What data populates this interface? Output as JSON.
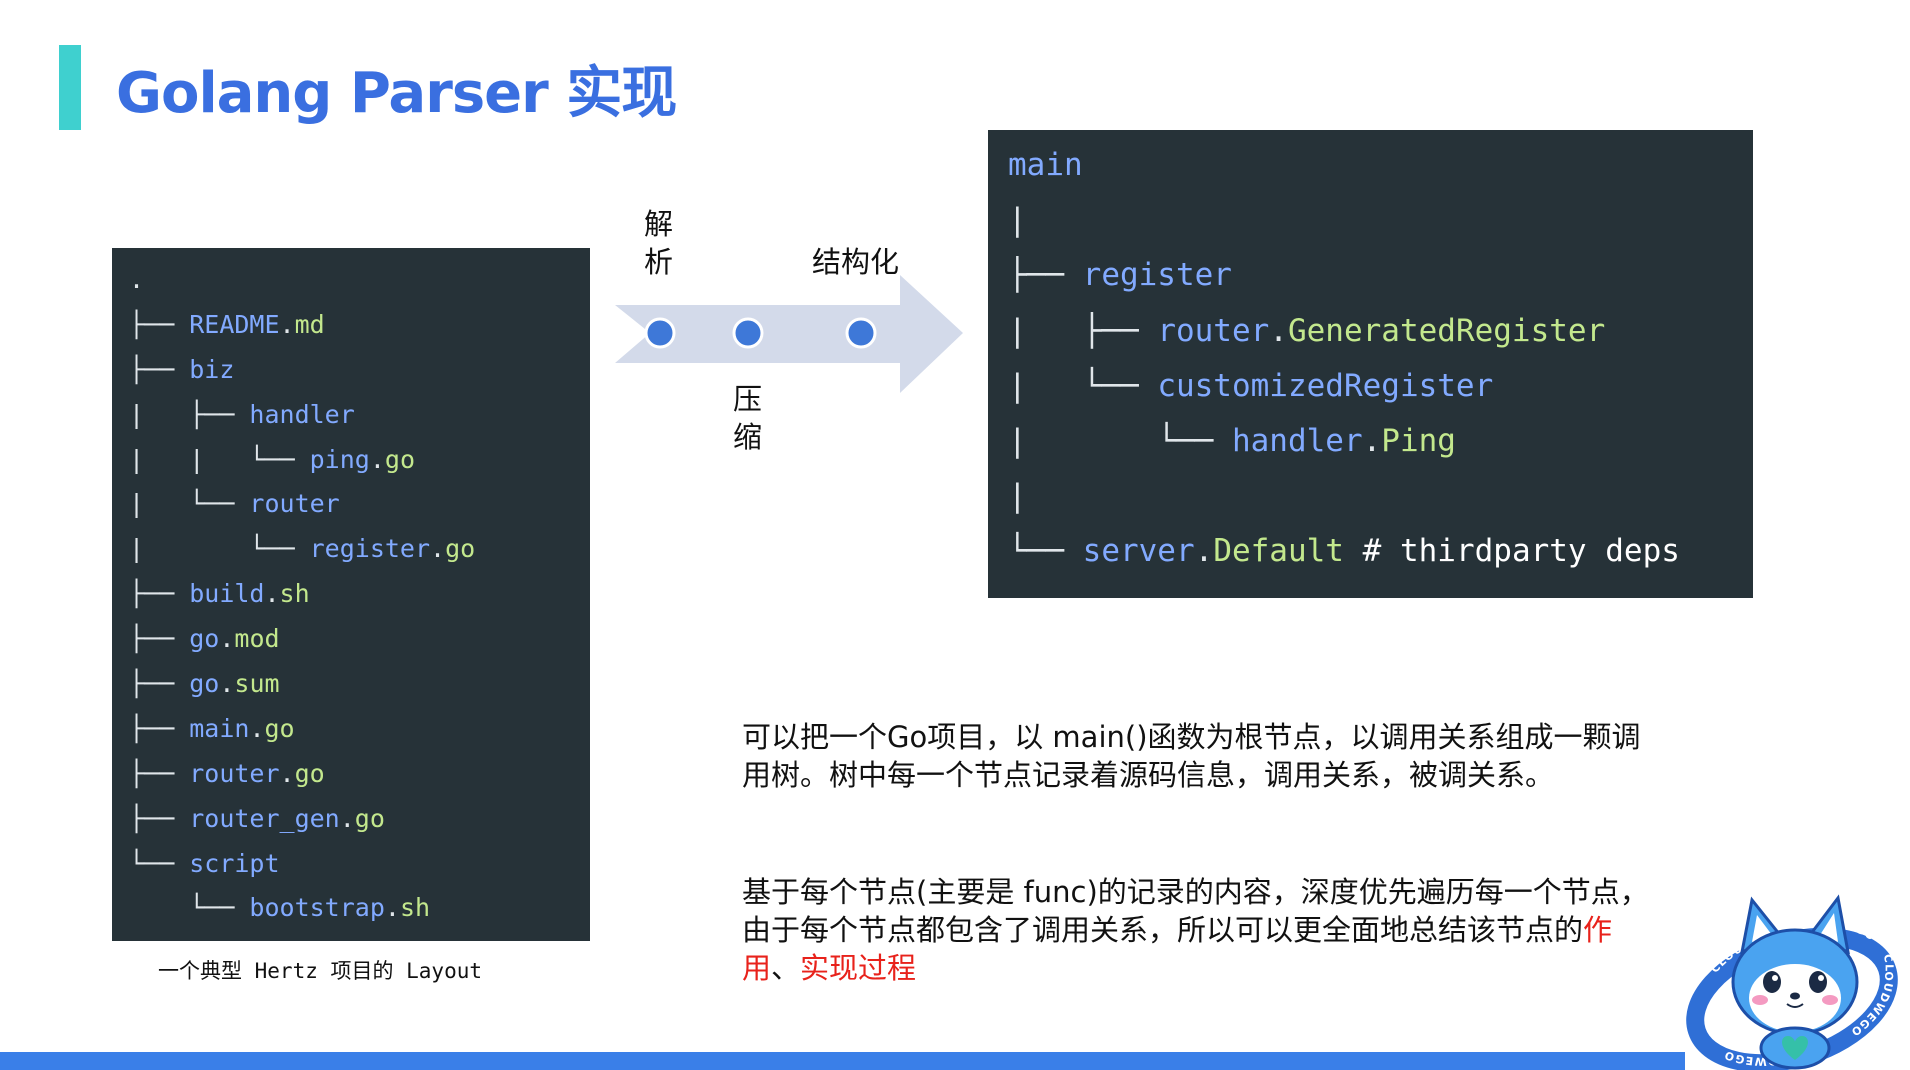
{
  "slide": {
    "title": "Golang Parser 实现",
    "accent_color": "#3fd0cf",
    "title_color": "#3a6fe0"
  },
  "tree_panel": {
    "lines": [
      {
        "prefix": ".",
        "name": "",
        "ext": ""
      },
      {
        "prefix": "├── ",
        "name": "README",
        "ext": "md"
      },
      {
        "prefix": "├── ",
        "name": "biz",
        "ext": ""
      },
      {
        "prefix": "|   ├── ",
        "name": "handler",
        "ext": ""
      },
      {
        "prefix": "|   |   └── ",
        "name": "ping",
        "ext": "go"
      },
      {
        "prefix": "|   └── ",
        "name": "router",
        "ext": ""
      },
      {
        "prefix": "|       └── ",
        "name": "register",
        "ext": "go"
      },
      {
        "prefix": "├── ",
        "name": "build",
        "ext": "sh"
      },
      {
        "prefix": "├── ",
        "name": "go",
        "ext": "mod"
      },
      {
        "prefix": "├── ",
        "name": "go",
        "ext": "sum"
      },
      {
        "prefix": "├── ",
        "name": "main",
        "ext": "go"
      },
      {
        "prefix": "├── ",
        "name": "router",
        "ext": "go"
      },
      {
        "prefix": "├── ",
        "name": "router_gen",
        "ext": "go"
      },
      {
        "prefix": "└── ",
        "name": "script",
        "ext": ""
      },
      {
        "prefix": "    └── ",
        "name": "bootstrap",
        "ext": "sh"
      }
    ],
    "caption": "一个典型 Hertz 项目的 Layout"
  },
  "flow": {
    "label_parse": "解\n析",
    "label_compress": "压\n缩",
    "label_structure": "结构化",
    "arrow_color": "#d3daea",
    "dot_color": "#3e78d8"
  },
  "code_panel": {
    "lines": [
      {
        "prefix": "",
        "ident": "main",
        "member": "",
        "comment": ""
      },
      {
        "prefix": "|",
        "ident": "",
        "member": "",
        "comment": ""
      },
      {
        "prefix": "├── ",
        "ident": "register",
        "member": "",
        "comment": ""
      },
      {
        "prefix": "|   ├── ",
        "ident": "router",
        "member": "GeneratedRegister",
        "comment": ""
      },
      {
        "prefix": "|   └── ",
        "ident": "customizedRegister",
        "member": "",
        "comment": ""
      },
      {
        "prefix": "|       └── ",
        "ident": "handler",
        "member": "Ping",
        "comment": ""
      },
      {
        "prefix": "|",
        "ident": "",
        "member": "",
        "comment": ""
      },
      {
        "prefix": "└── ",
        "ident": "server",
        "member": "Default",
        "comment": " # thirdparty deps"
      }
    ]
  },
  "description": {
    "p1_line1": "可以把一个Go项目，以 main()函数为根节点，以调用关系组成一颗调",
    "p1_line2": "用树。树中每一个节点记录着源码信息，调用关系，被调关系。",
    "p2_line1": "基于每个节点(主要是 func)的记录的内容，深度优先遍历每一个节点，",
    "p2_line2": "由于每个节点都包含了调用关系，所以可以更全面地总结该节点的",
    "p2_hl1": "作",
    "p2_hl2": "用",
    "p2_sep": "、",
    "p2_hl3": "实现过程",
    "highlight_color": "#e8221b"
  },
  "mascot": {
    "ring_text_top": "WEGO",
    "ring_text_right": "CLOUDWEGO",
    "ring_text_bottom": "CLOUDWEGO",
    "ring_text_left": "CLOUDW"
  },
  "footer": {
    "bar_color": "#3a7fe8"
  }
}
